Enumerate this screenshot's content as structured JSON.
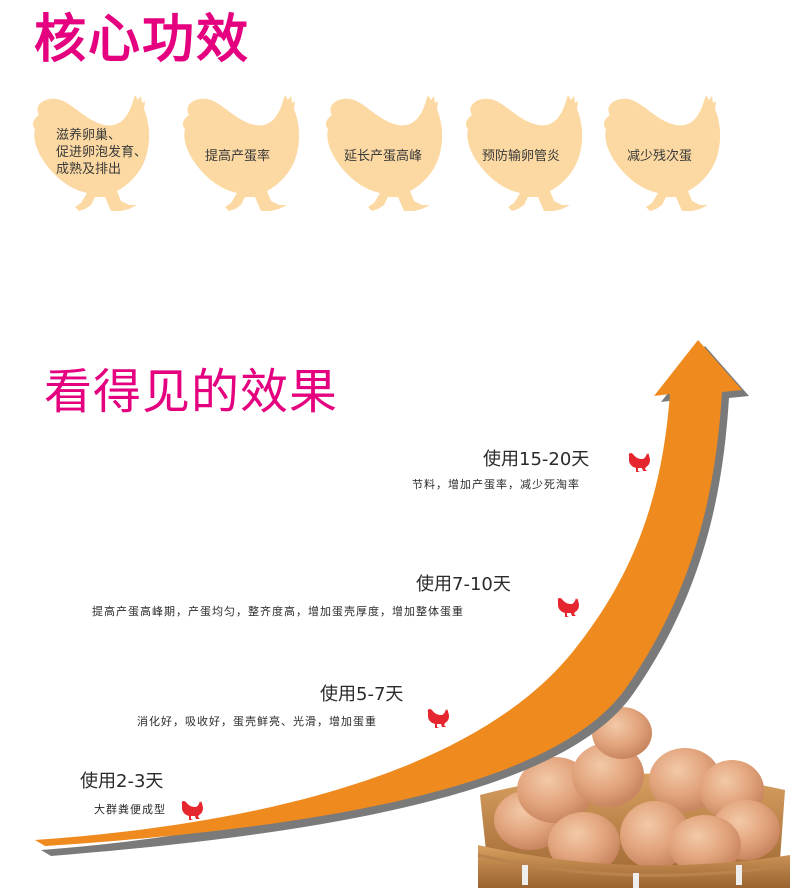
{
  "section_core": {
    "title": "核心功效",
    "benefits": [
      {
        "lines": [
          "滋养卵巢、",
          "促进卵泡发育、",
          "成熟及排出"
        ]
      },
      {
        "lines": [
          "提高产蛋率"
        ]
      },
      {
        "lines": [
          "延长产蛋高峰"
        ]
      },
      {
        "lines": [
          "预防输卵管炎"
        ]
      },
      {
        "lines": [
          "减少残次蛋"
        ]
      }
    ]
  },
  "section_effect": {
    "title": "看得见的效果",
    "stages": [
      {
        "title": "使用2-3天",
        "desc": "大群粪便成型"
      },
      {
        "title": "使用5-7天",
        "desc": "消化好，吸收好，蛋壳鲜亮、光滑，增加蛋重"
      },
      {
        "title": "使用7-10天",
        "desc": "提高产蛋高峰期，产蛋均匀，整齐度高，增加蛋壳厚度，增加整体蛋重"
      },
      {
        "title": "使用15-20天",
        "desc": "节料，增加产蛋率，减少死淘率"
      }
    ]
  },
  "colors": {
    "title_pink": "#e4007f",
    "hen_silhouette": "#fcd9a2",
    "arrow_orange": "#ef8a1e",
    "arrow_shadow": "#7a7a7a",
    "red_hen": "#e5262f",
    "text_dark": "#2a2a2a"
  },
  "icons": {
    "benefit_icon": "hen-silhouette-icon",
    "stage_marker": "red-hen-icon",
    "growth_arrow": "curved-up-arrow-icon",
    "photo": "egg-basket-image"
  }
}
